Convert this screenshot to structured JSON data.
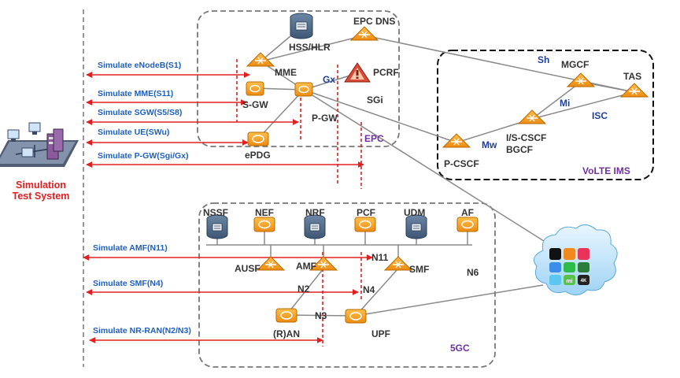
{
  "system": {
    "title_line1": "Simulation",
    "title_line2": "Test System"
  },
  "simulations": [
    "Simulate eNodeB(S1)",
    "Simulate MME(S11)",
    "Simulate SGW(S5/S8)",
    "Simulate UE(SWu)",
    "Simulate P-GW(Sgi/Gx)",
    "Simulate AMF(N11)",
    "Simulate SMF(N4)",
    "Simulate NR-RAN(N2/N3)"
  ],
  "epc": {
    "label": "EPC",
    "nodes": {
      "hss": "HSS/HLR",
      "dns": "EPC DNS",
      "mme": "MME",
      "pcrf": "PCRF",
      "sgw": "S-GW",
      "pgw": "P-GW",
      "epdg": "ePDG"
    },
    "interfaces": {
      "gx": "Gx",
      "sgi": "SGi"
    }
  },
  "ims": {
    "label": "VoLTE IMS",
    "nodes": {
      "mgcf": "MGCF",
      "tas": "TAS",
      "icscf": "I/S-CSCF",
      "bgcf": "BGCF",
      "pcscf": "P-CSCF"
    },
    "interfaces": {
      "sh": "Sh",
      "mi": "Mi",
      "isc": "ISC",
      "mw": "Mw"
    }
  },
  "fivegc": {
    "label": "5GC",
    "nodes": {
      "nssf": "NSSF",
      "nef": "NEF",
      "nrf": "NRF",
      "pcf": "PCF",
      "udm": "UDM",
      "af": "AF",
      "ausf": "AUSF",
      "amf": "AMF",
      "smf": "SMF",
      "ran": "(R)AN",
      "upf": "UPF"
    },
    "interfaces": {
      "n11": "N11",
      "n6": "N6",
      "n2": "N2",
      "n4": "N4",
      "n3": "N3"
    }
  },
  "colors": {
    "sim_text": "#1f5fbf",
    "arrow": "#e02020",
    "node_orange": "#f39a1b",
    "server": "#4b6786",
    "purple": "#7030a0"
  }
}
